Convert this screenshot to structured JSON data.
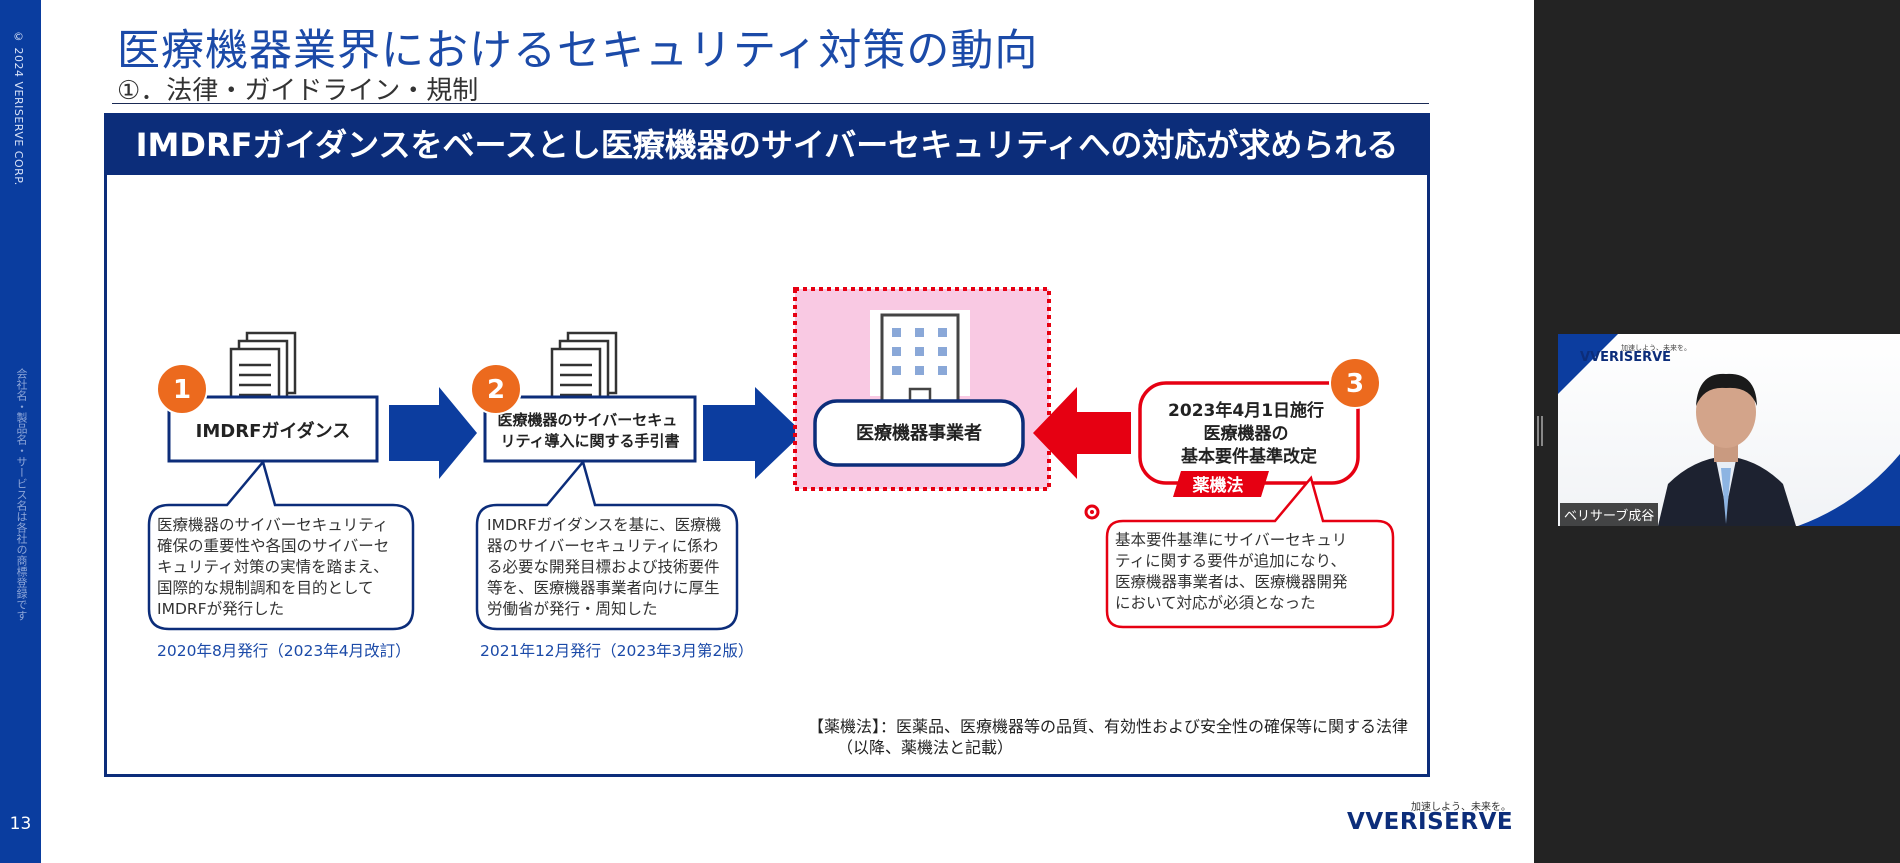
{
  "sidebar": {
    "copyright": "© 2024 VERISERVE CORP.",
    "trademark_notice": "会社名・製品名・サービス名は各社の商標登録です",
    "page_number": "13"
  },
  "slide": {
    "title": "医療機器業界におけるセキュリティ対策の動向",
    "subtitle": "①．法律・ガイドライン・規制",
    "panel_heading": "IMDRFガイダンスをベースとし医療機器のサイバーセキュリティへの対応が求められる"
  },
  "flow": {
    "step1": {
      "number": "1",
      "label": "IMDRFガイダンス",
      "description": [
        "医療機器のサイバーセキュリティ",
        "確保の重要性や各国のサイバーセ",
        "キュリティ対策の実情を踏まえ、",
        "国際的な規制調和を目的として",
        "IMDRFが発行した"
      ],
      "date": "2020年8月発行（2023年4月改訂）"
    },
    "step2": {
      "number": "2",
      "label_lines": [
        "医療機器のサイバーセキュ",
        "リティ導入に関する手引書"
      ],
      "description": [
        "IMDRFガイダンスを基に、医療機",
        "器のサイバーセキュリティに係わ",
        "る必要な開発目標および技術要件",
        "等を、医療機器事業者向けに厚生",
        "労働省が発行・周知した"
      ],
      "date": "2021年12月発行（2023年3月第2版）"
    },
    "center": {
      "label": "医療機器事業者"
    },
    "step3": {
      "number": "3",
      "label_lines": [
        "2023年4月1日施行",
        "医療機器の",
        "基本要件基準改定"
      ],
      "tag": "薬機法",
      "description": [
        "基本要件基準にサイバーセキュリ",
        "ティに関する要件が追加になり、",
        "医療機器事業者は、医療機器開発",
        "において対応が必須となった"
      ]
    }
  },
  "footnote": {
    "line1": "【薬機法】：医薬品、医療機器等の品質、有効性および安全性の確保等に関する法律",
    "line2": "（以降、薬機法と記載）"
  },
  "branding": {
    "tagline": "加速しよう、未来を。",
    "name": "VERISERVE"
  },
  "video": {
    "tagline": "加速しよう、未来を。",
    "logo": "VERISERVE",
    "participant_name": "ベリサーブ成谷"
  },
  "colors": {
    "navy": "#0c2d7a",
    "blue_arrow": "#0c3d9f",
    "orange_badge": "#ec6a1e",
    "red": "#e60012",
    "pink_highlight": "#f9c9e3",
    "sidebar_blue": "#0a3d9f"
  },
  "icons": [
    "document-stack-icon",
    "document-stack-icon",
    "office-building-icon",
    "arrow-right-icon",
    "arrow-left-icon"
  ]
}
